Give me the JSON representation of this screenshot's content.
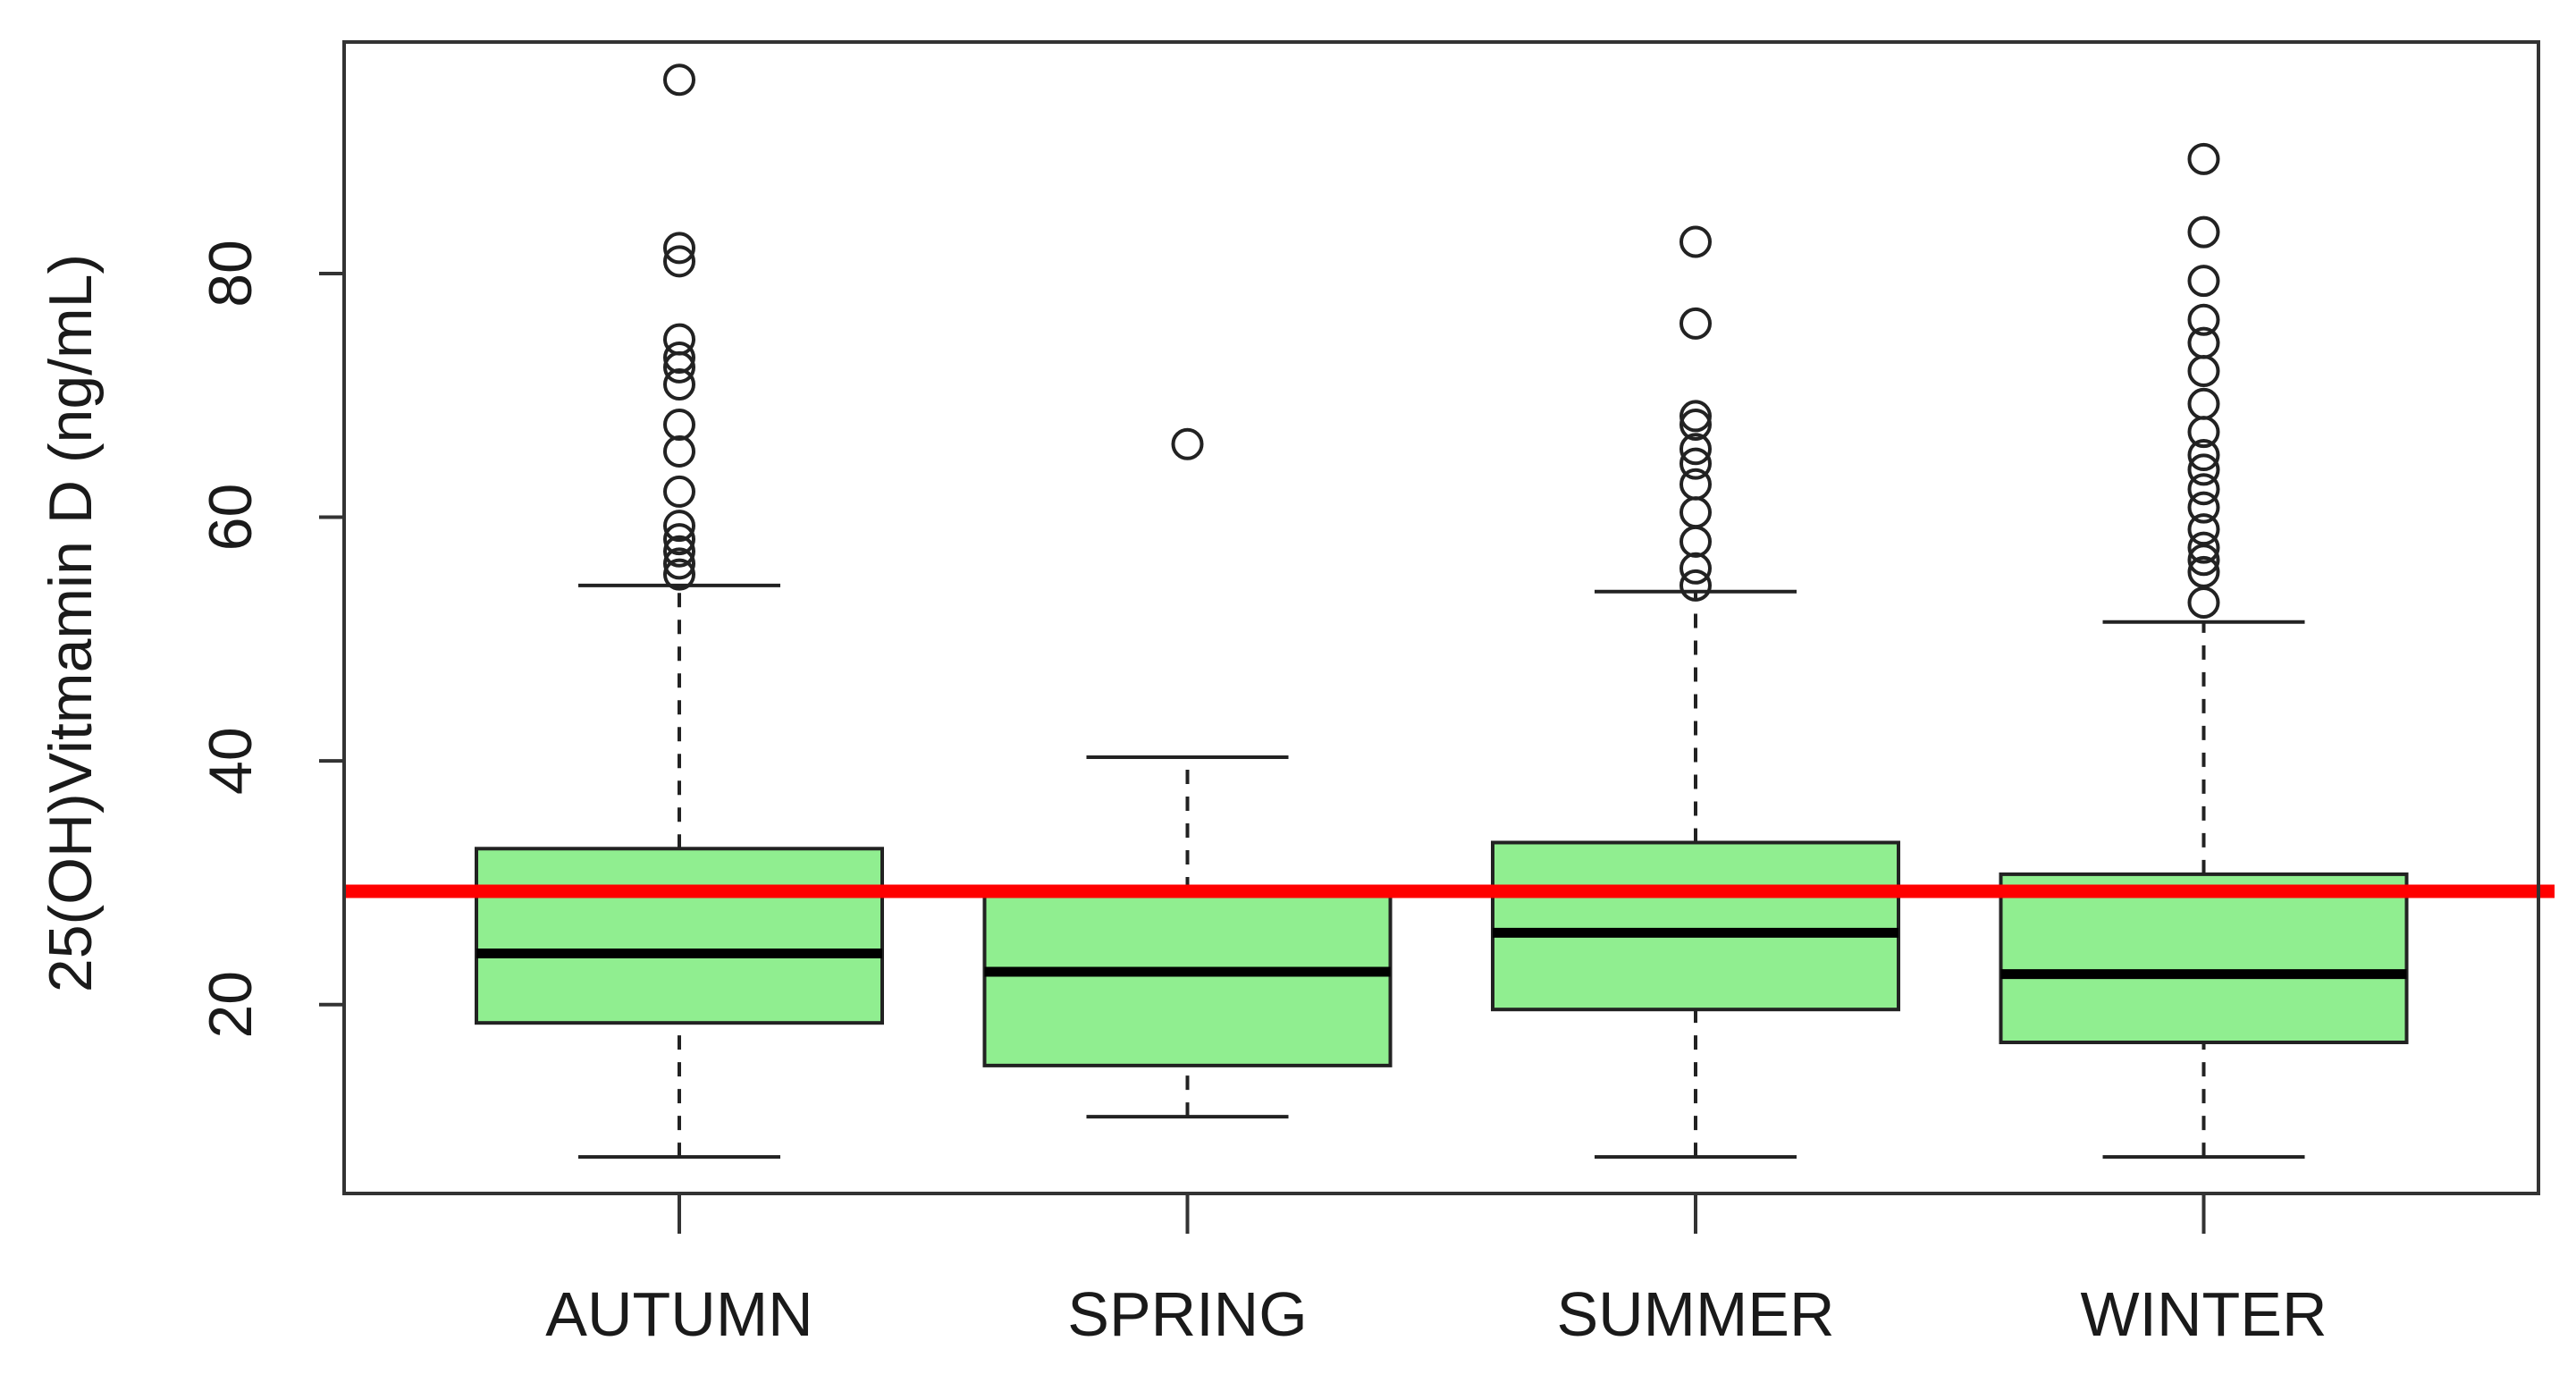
{
  "chart_data": {
    "type": "box",
    "title": "",
    "xlabel": "",
    "ylabel": "25(OH)Vitmamin D (ng/mL)",
    "ylim": [
      4.5,
      99
    ],
    "yticks": [
      20,
      40,
      60,
      80
    ],
    "yticklabels": [
      "20",
      "40",
      "60",
      "80"
    ],
    "categories": [
      "AUTUMN",
      "SPRING",
      "SUMMER",
      "WINTER"
    ],
    "box_color": "#90ee90",
    "reference_line": {
      "y": 29.3,
      "color": "#ff0000"
    },
    "boxes": [
      {
        "category": "AUTUMN",
        "whisker_low": 7.5,
        "q1": 18.5,
        "median": 24.2,
        "q3": 32.8,
        "whisker_high": 54.4,
        "outliers": [
          55.3,
          56.2,
          57.2,
          58.2,
          59.3,
          62.1,
          65.4,
          67.6,
          70.9,
          72.3,
          73.1,
          74.6,
          81.0,
          82.1,
          95.9
        ]
      },
      {
        "category": "SPRING",
        "whisker_low": 10.8,
        "q1": 15.0,
        "median": 22.7,
        "q3": 29.3,
        "whisker_high": 40.3,
        "outliers": [
          66.0
        ]
      },
      {
        "category": "SUMMER",
        "whisker_low": 7.5,
        "q1": 19.6,
        "median": 25.9,
        "q3": 33.3,
        "whisker_high": 53.9,
        "outliers": [
          54.4,
          55.8,
          58.0,
          60.4,
          62.7,
          64.4,
          65.6,
          67.6,
          68.3,
          75.9,
          82.6
        ]
      },
      {
        "category": "WINTER",
        "whisker_low": 7.5,
        "q1": 16.9,
        "median": 22.5,
        "q3": 30.7,
        "whisker_high": 51.4,
        "outliers": [
          53.0,
          55.5,
          56.5,
          57.5,
          59.0,
          60.8,
          62.3,
          63.9,
          65.1,
          67.0,
          69.3,
          72.0,
          74.3,
          76.2,
          79.4,
          83.4,
          89.4
        ]
      }
    ]
  }
}
